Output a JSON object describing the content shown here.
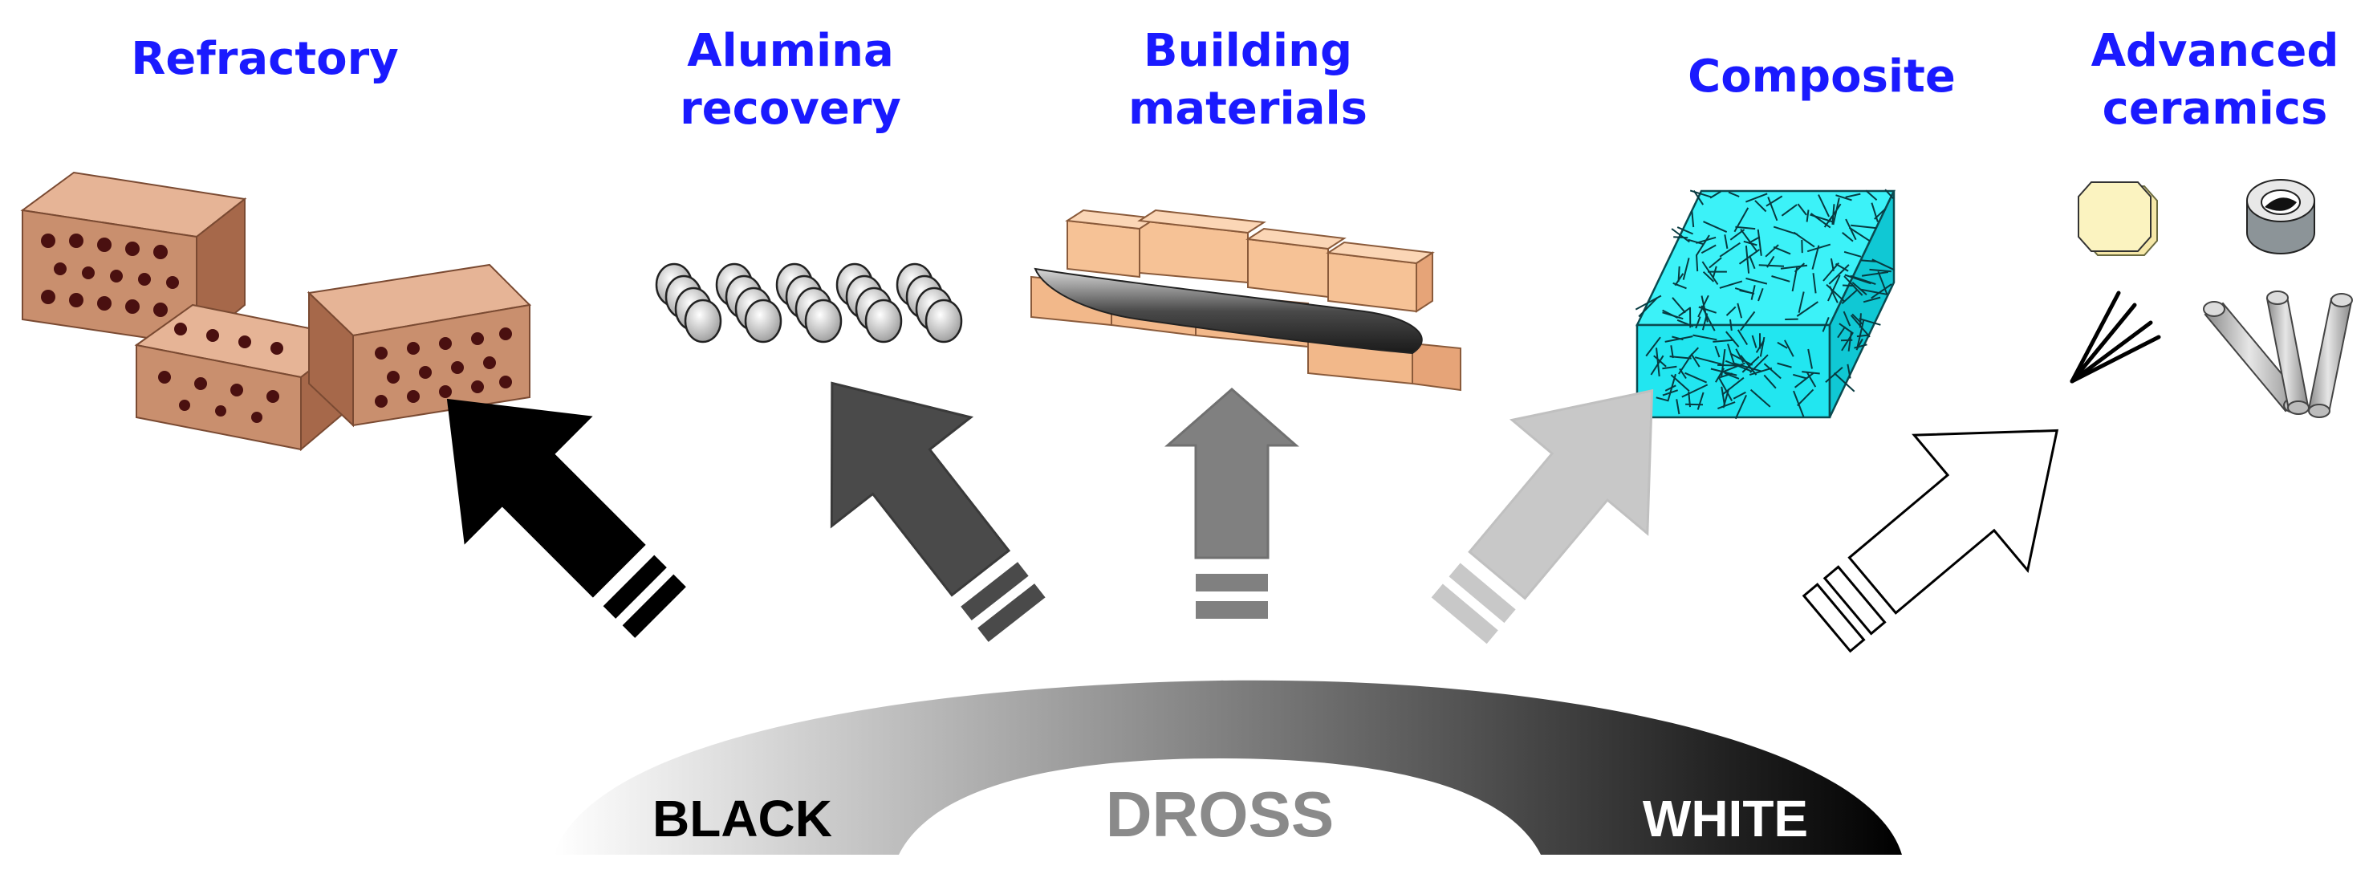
{
  "colors": {
    "label": "#1a1aff",
    "brick": "#c8906c",
    "brick_light": "#e8b898",
    "brick_dark": "#a4664a",
    "hole": "#4a1010",
    "composite": "#22e6f0",
    "ceramic_disc": "#fbf3c0",
    "arrow_black": "#000000",
    "arrow_dark": "#4a4a4a",
    "arrow_mid": "#7f7f7f",
    "arrow_light": "#c8c8c8",
    "arrow_white": "#ffffff"
  },
  "applications": [
    {
      "id": "refractory",
      "lines": [
        "Refractory"
      ],
      "icon": "refractory-bricks-icon"
    },
    {
      "id": "alumina",
      "lines": [
        "Alumina",
        "recovery"
      ],
      "icon": "alumina-granules-icon"
    },
    {
      "id": "building",
      "lines": [
        "Building",
        "materials"
      ],
      "icon": "brick-wall-icon"
    },
    {
      "id": "composite",
      "lines": [
        "Composite"
      ],
      "icon": "fiber-composite-block-icon"
    },
    {
      "id": "ceramics",
      "lines": [
        "Advanced",
        "ceramics"
      ],
      "icon": "advanced-ceramics-icon"
    }
  ],
  "dross": {
    "title": "DROSS",
    "left_label": "BLACK",
    "right_label": "WHITE"
  }
}
